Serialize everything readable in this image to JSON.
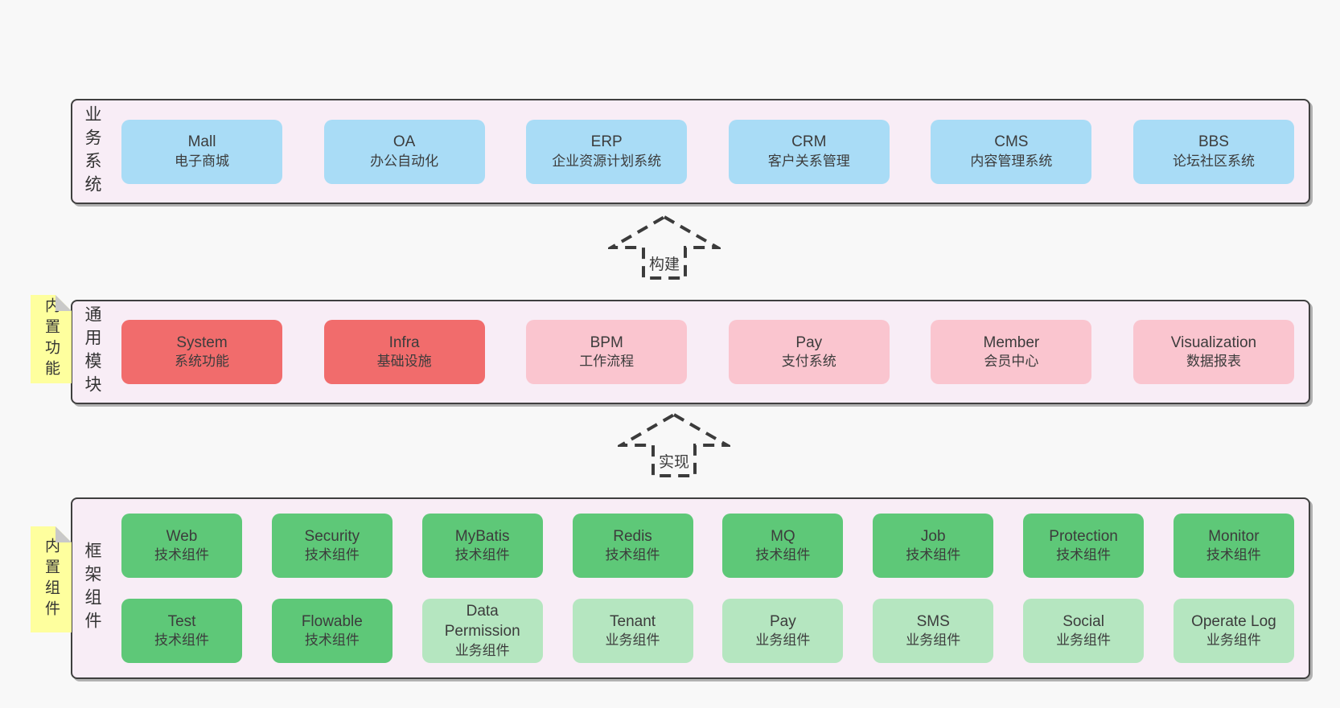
{
  "palette": {
    "page_bg": "#f8f8f8",
    "panel_bg": "#f8edf6",
    "panel_border": "#3f3f3f",
    "box_blue": "#a9dcf6",
    "box_red": "#f16c6c",
    "box_pink": "#fac5cf",
    "box_green": "#5ec878",
    "box_light_green": "#b5e6c0",
    "sticky_yellow": "#feff9e",
    "sticky_fold_gray": "#c9c9c9",
    "text": "#3c3c3c"
  },
  "arrows": [
    {
      "label": "构建"
    },
    {
      "label": "实现"
    }
  ],
  "sections": {
    "business": {
      "label": "业务系统",
      "boxes": [
        {
          "name": "Mall",
          "subtitle": "电子商城"
        },
        {
          "name": "OA",
          "subtitle": "办公自动化"
        },
        {
          "name": "ERP",
          "subtitle": "企业资源计划系统"
        },
        {
          "name": "CRM",
          "subtitle": "客户关系管理"
        },
        {
          "name": "CMS",
          "subtitle": "内容管理系统"
        },
        {
          "name": "BBS",
          "subtitle": "论坛社区系统"
        }
      ]
    },
    "common": {
      "label": "通用模块",
      "sticky": "内置功能",
      "boxes": [
        {
          "name": "System",
          "subtitle": "系统功能"
        },
        {
          "name": "Infra",
          "subtitle": "基础设施"
        },
        {
          "name": "BPM",
          "subtitle": "工作流程"
        },
        {
          "name": "Pay",
          "subtitle": "支付系统"
        },
        {
          "name": "Member",
          "subtitle": "会员中心"
        },
        {
          "name": "Visualization",
          "subtitle": "数据报表"
        }
      ]
    },
    "framework": {
      "label": "框架组件",
      "sticky": "内置组件",
      "row1": [
        {
          "name": "Web",
          "subtitle": "技术组件"
        },
        {
          "name": "Security",
          "subtitle": "技术组件"
        },
        {
          "name": "MyBatis",
          "subtitle": "技术组件"
        },
        {
          "name": "Redis",
          "subtitle": "技术组件"
        },
        {
          "name": "MQ",
          "subtitle": "技术组件"
        },
        {
          "name": "Job",
          "subtitle": "技术组件"
        },
        {
          "name": "Protection",
          "subtitle": "技术组件"
        },
        {
          "name": "Monitor",
          "subtitle": "技术组件"
        }
      ],
      "row2": [
        {
          "name": "Test",
          "subtitle": "技术组件"
        },
        {
          "name": "Flowable",
          "subtitle": "技术组件"
        },
        {
          "name": "Data Permission",
          "subtitle": "业务组件"
        },
        {
          "name": "Tenant",
          "subtitle": "业务组件"
        },
        {
          "name": "Pay",
          "subtitle": "业务组件"
        },
        {
          "name": "SMS",
          "subtitle": "业务组件"
        },
        {
          "name": "Social",
          "subtitle": "业务组件"
        },
        {
          "name": "Operate Log",
          "subtitle": "业务组件"
        }
      ]
    }
  }
}
